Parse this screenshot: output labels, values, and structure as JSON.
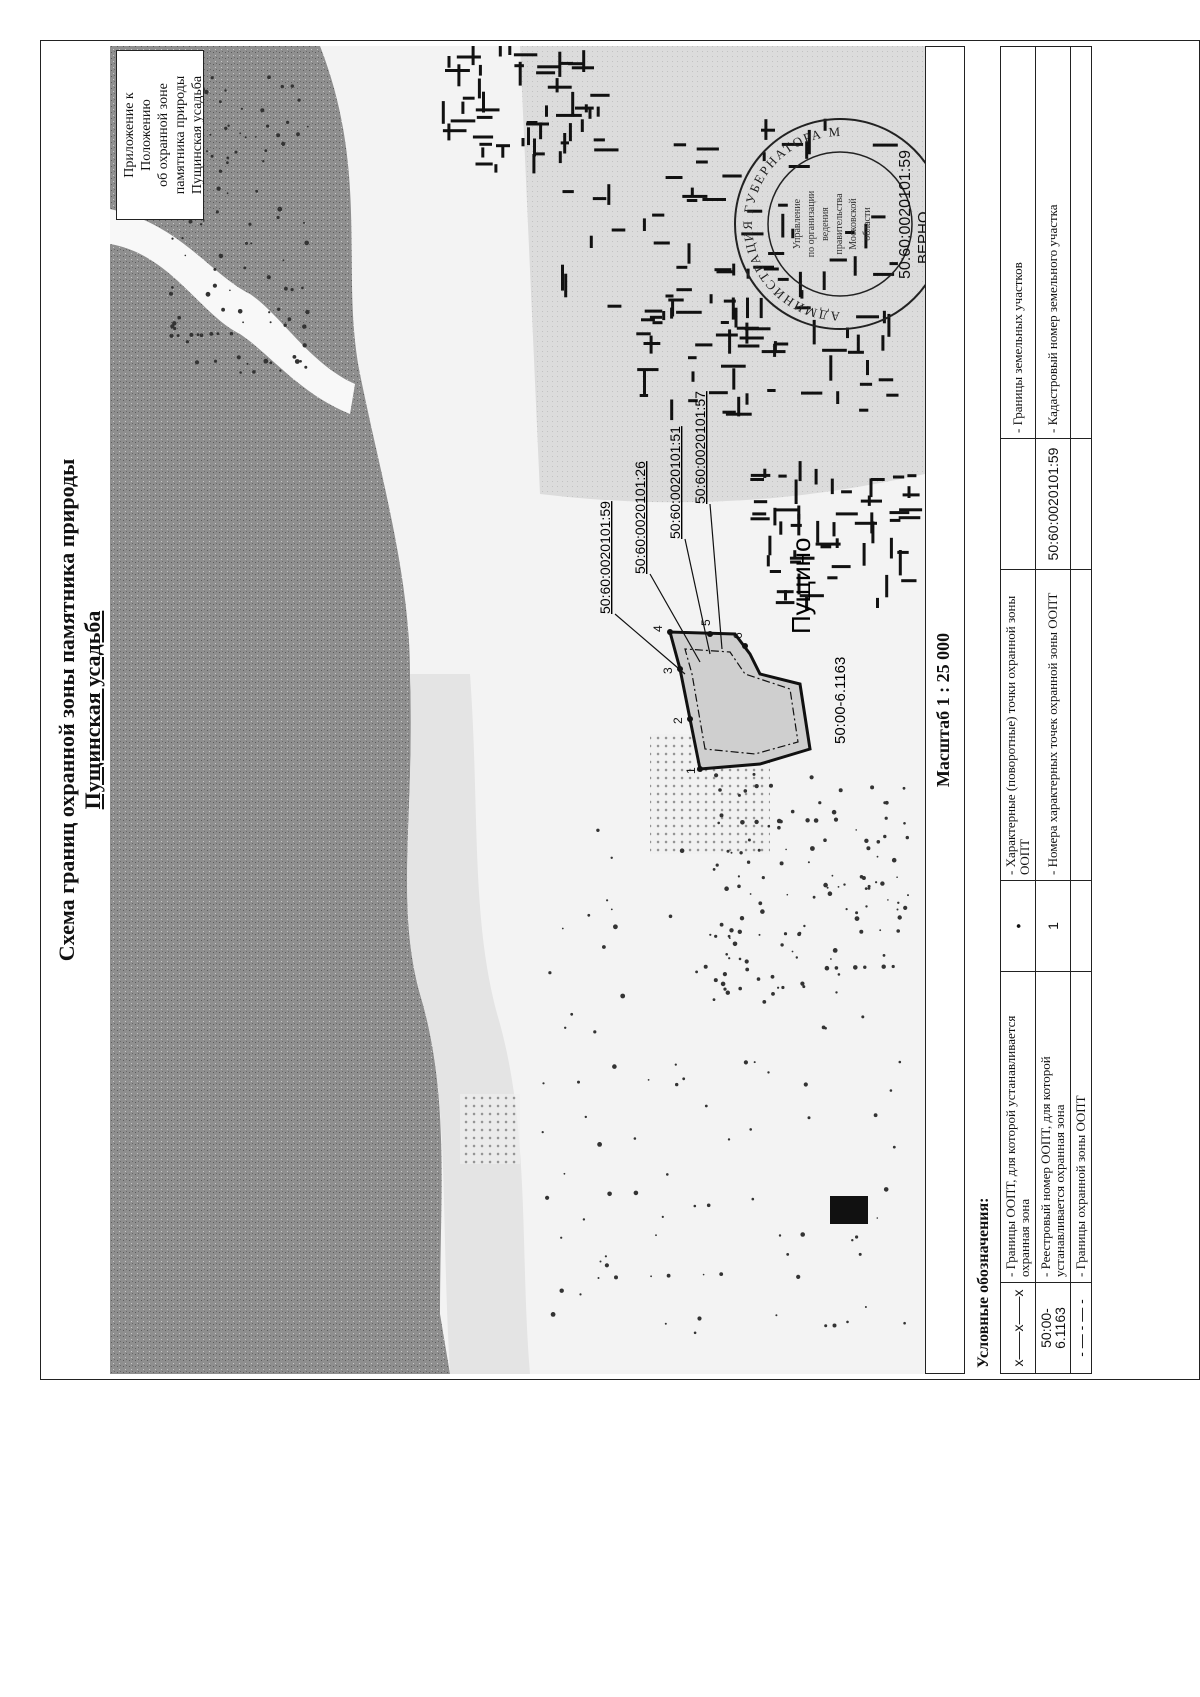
{
  "title_line1": "Схема границ охранной зоны памятника природы",
  "title_line2": "Пущинская усадьба",
  "annex": [
    "Приложение к Положению",
    "об охранной зоне",
    "памятника природы",
    "Пущинская усадьба"
  ],
  "map": {
    "oopt_label": "50:00-6.1163",
    "parcel_labels": [
      "50:60:0020101:59",
      "50:60:0020101:26",
      "50:60:0020101:51",
      "50:60:0020101:57"
    ],
    "town_label": "Пущино",
    "point_numbers": [
      "1",
      "2",
      "3",
      "4",
      "5",
      "6"
    ],
    "stamp_parcel": "50:60:0020101:59",
    "stamp_ring_text": "АДМИНИСТРАЦИЯ ГУБЕРНАТОРА МОСКОВСКОЙ ОБЛАСТИ",
    "stamp_center_text": [
      "Управление",
      "по организации",
      "ведения",
      "правительства",
      "Московской",
      "области"
    ],
    "stamp_extra": "ВЕРНО",
    "colors": {
      "forest": "#8c8c8c",
      "field": "#e9e9e9",
      "building": "#111111"
    }
  },
  "scale": "Масштаб 1 : 25 000",
  "legend": {
    "title": "Условные обозначения:",
    "rows": [
      {
        "sym1": "x——x——x",
        "text1": "- Границы ООПТ, для которой устанавливается охранная зона",
        "sym2": "•",
        "text2": "- Характерные (поворотные) точки охранной зоны ООПТ",
        "sym3": "",
        "text3": "- Границы земельных участков"
      },
      {
        "sym1": "50:00-6.1163",
        "text1": "- Реестровый номер ООПТ, для которой устанавливается охранная зона",
        "sym2": "1",
        "text2": "- Номера характерных точек охранной зоны ООПТ",
        "sym3": "50:60:0020101:59",
        "text3": "- Кадастровый номер земельного участка"
      },
      {
        "sym1": "- — - — -",
        "text1": "- Границы охранной зоны ООПТ",
        "sym2": "",
        "text2": "",
        "sym3": "",
        "text3": ""
      }
    ]
  }
}
